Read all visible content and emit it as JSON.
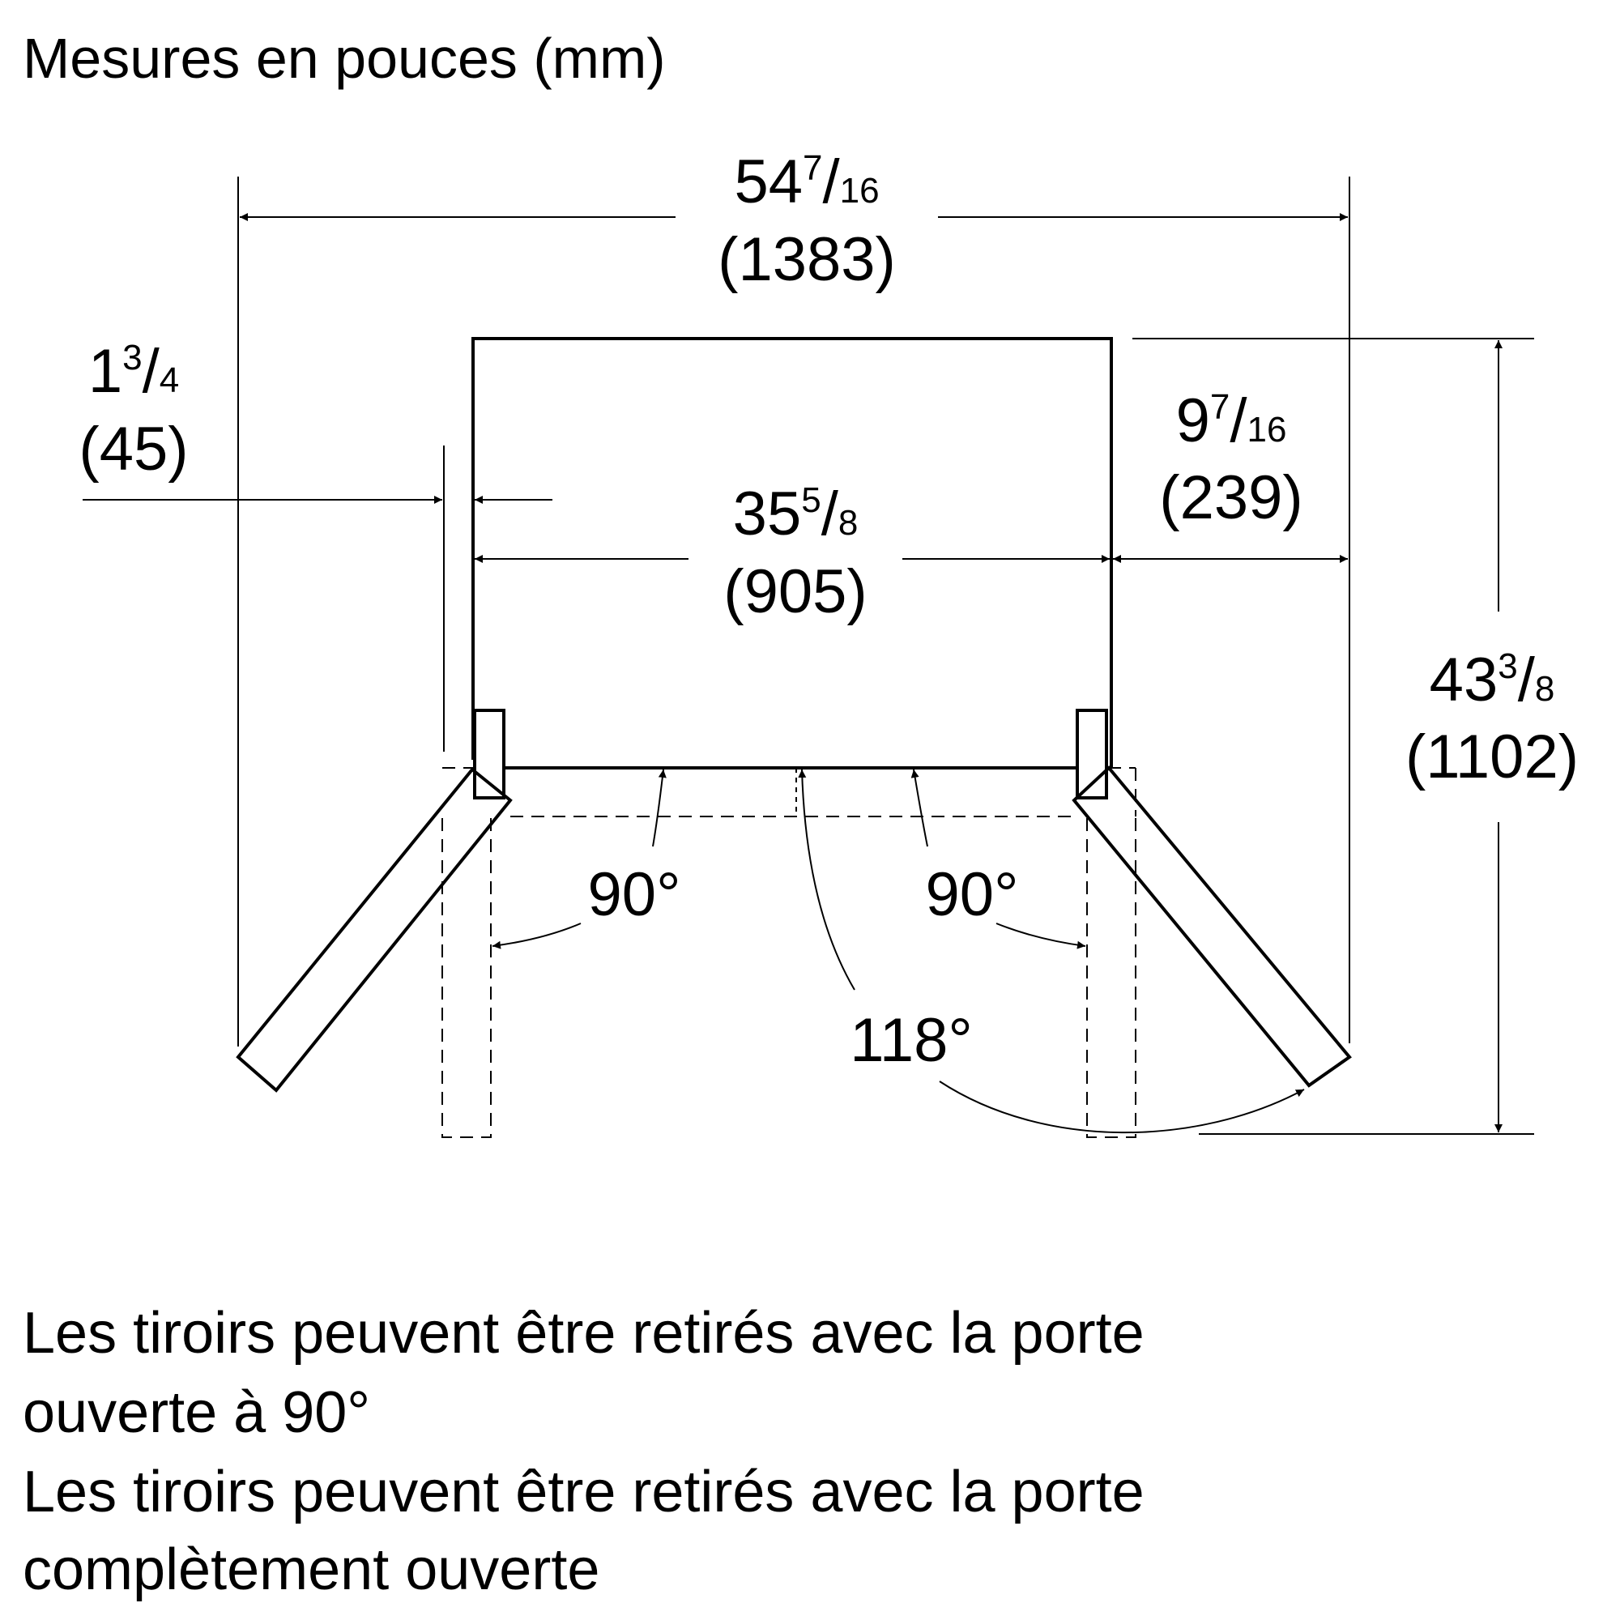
{
  "title": "Mesures en pouces (mm)",
  "dimensions": {
    "overall_width": {
      "whole": "54",
      "num": "7",
      "den": "16",
      "mm": "(1383)"
    },
    "left_offset": {
      "whole": "1",
      "num": "3",
      "den": "4",
      "mm": "(45)"
    },
    "cabinet_width": {
      "whole": "35",
      "num": "5",
      "den": "8",
      "mm": "(905)"
    },
    "right_offset": {
      "whole": "9",
      "num": "7",
      "den": "16",
      "mm": "(239)"
    },
    "overall_depth": {
      "whole": "43",
      "num": "3",
      "den": "8",
      "mm": "(1102)"
    }
  },
  "angles": {
    "left_door": "90°",
    "right_door": "90°",
    "full_open": "118°"
  },
  "notes": [
    "Les tiroirs peuvent être retirés avec la porte",
    "ouverte à 90°",
    "Les tiroirs peuvent être retirés avec la porte",
    "complètement ouverte"
  ],
  "colors": {
    "line": "#000000",
    "background": "#ffffff"
  }
}
